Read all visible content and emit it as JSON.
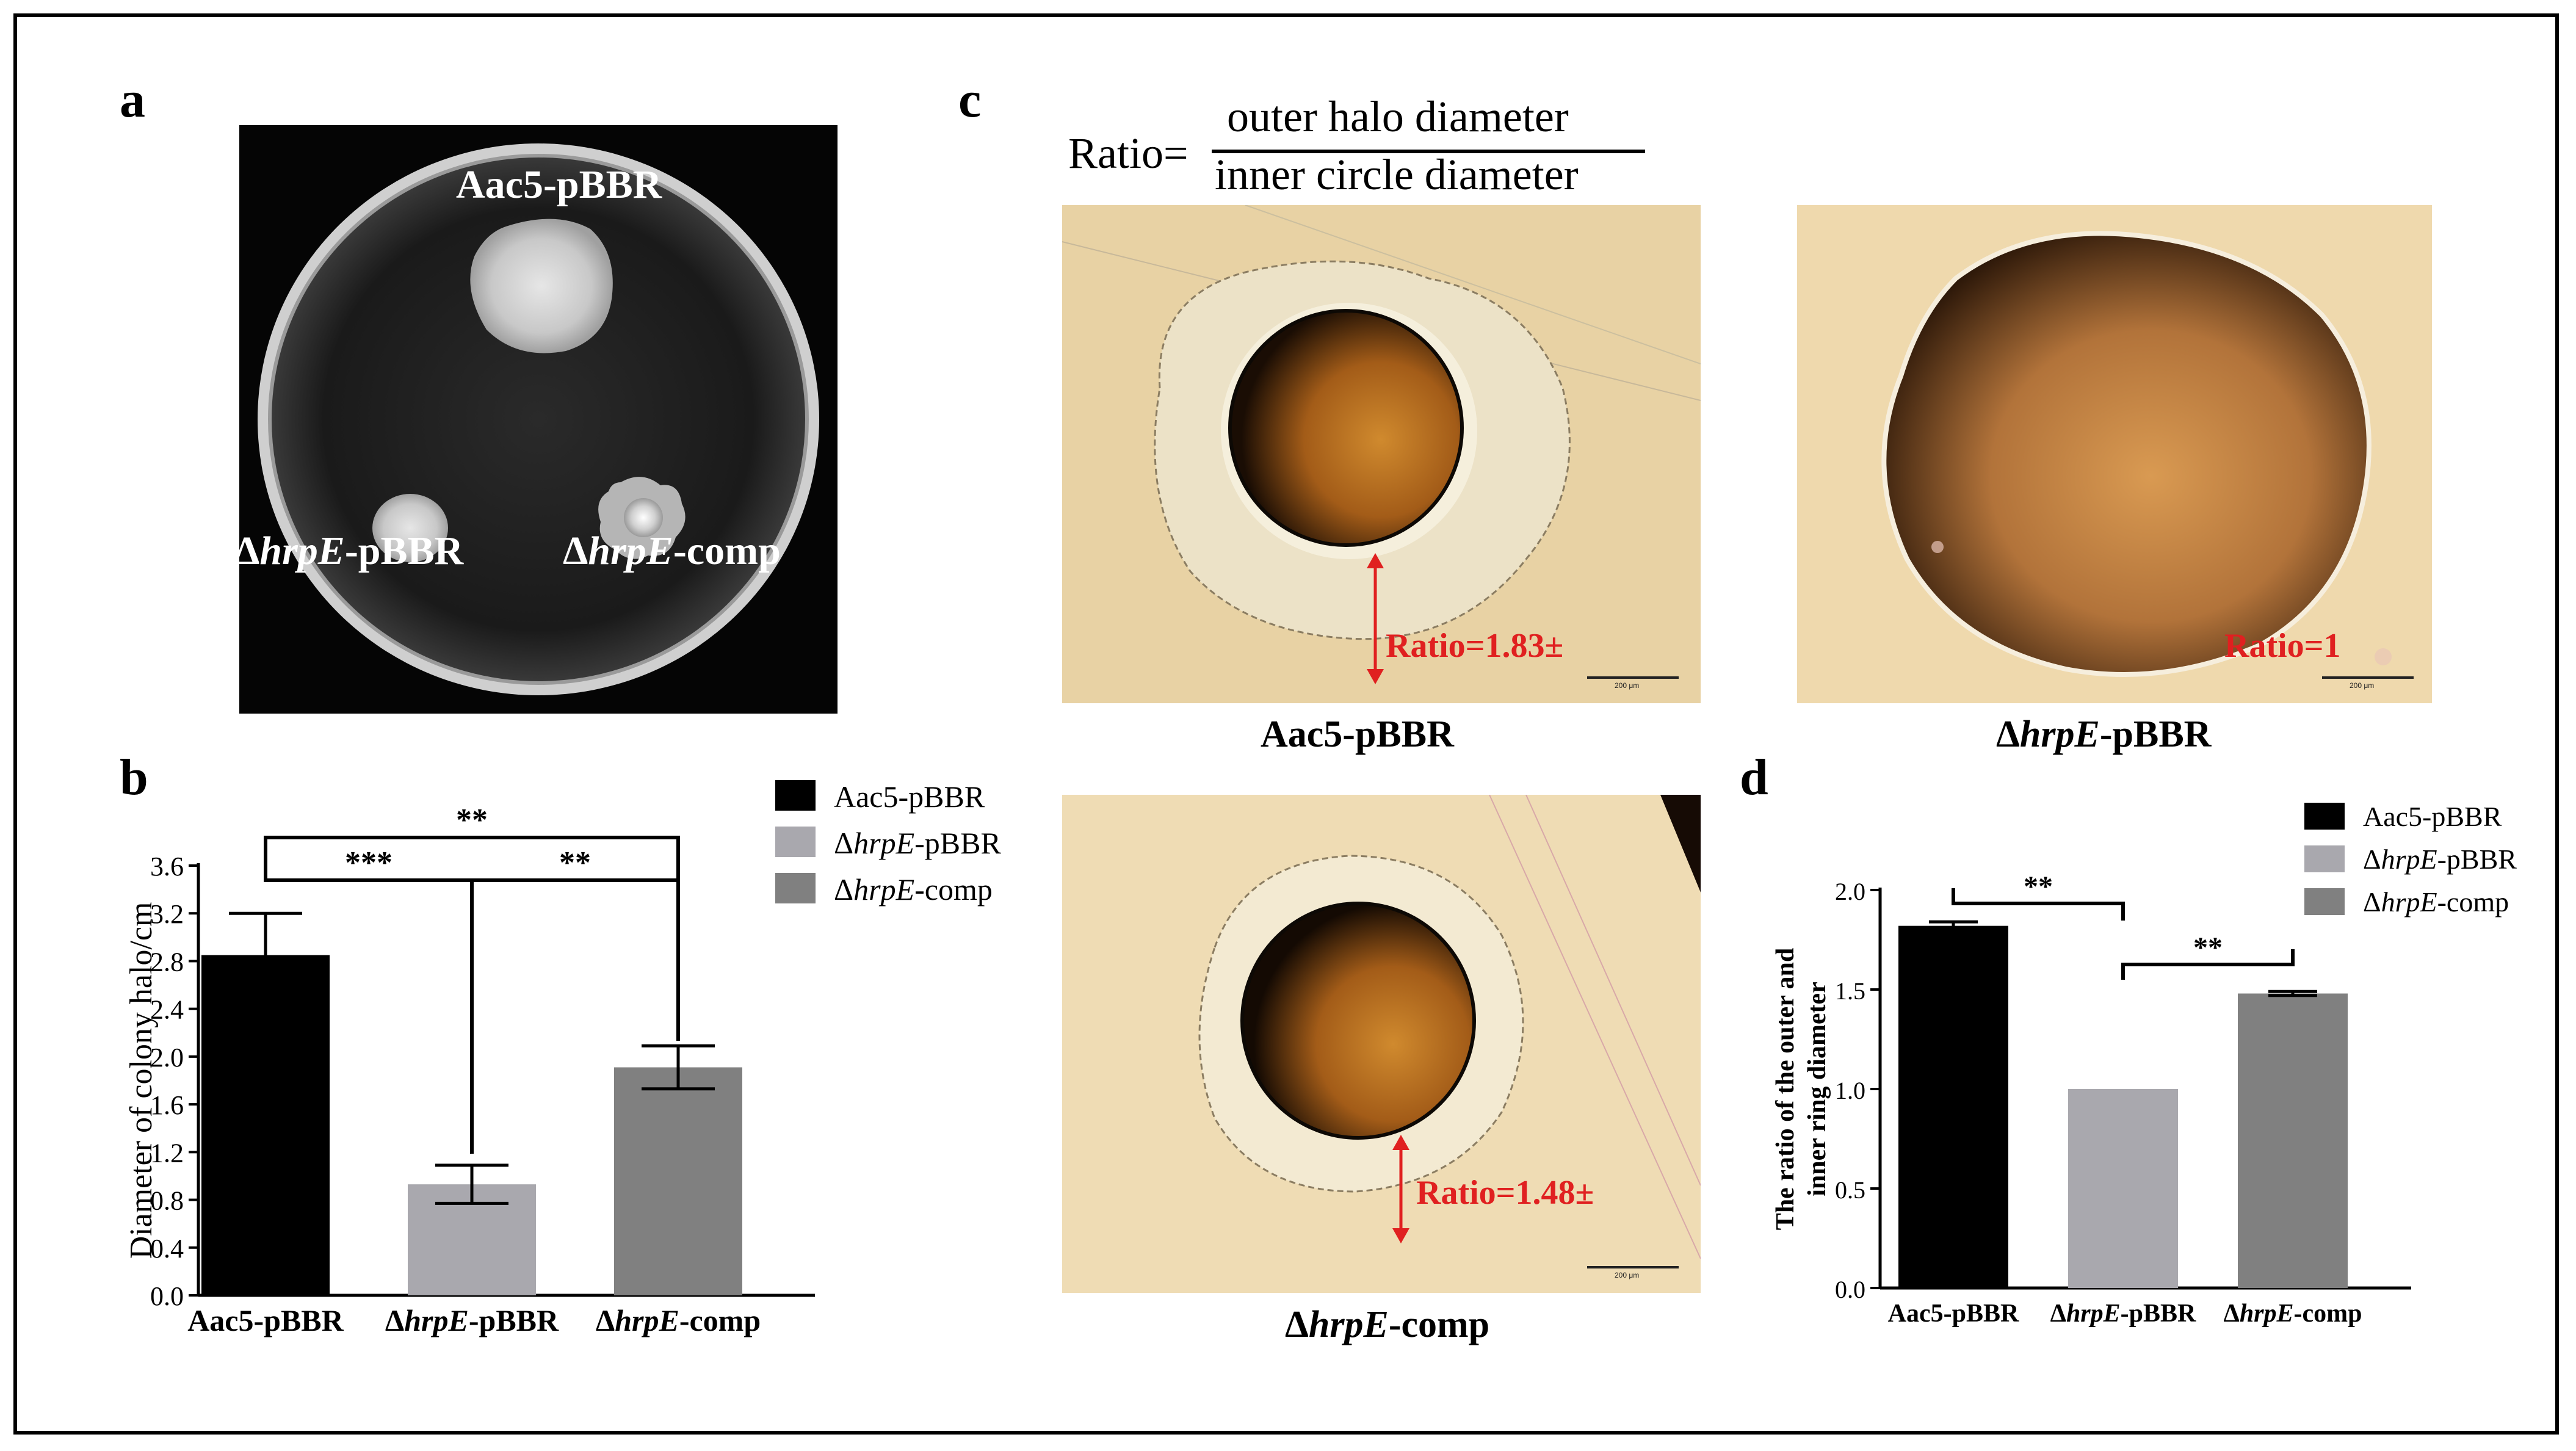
{
  "panels": {
    "a": {
      "letter": "a",
      "labels": {
        "top": "Aac5-pBBR",
        "left_delta": "Δ",
        "left_gene": "hrpE",
        "left_suffix": "-pBBR",
        "right_delta": "Δ",
        "right_gene": "hrpE",
        "right_suffix": "-comp"
      }
    },
    "b": {
      "letter": "b"
    },
    "c": {
      "letter": "c",
      "formula": {
        "prefix": "Ratio=",
        "numerator": "outer halo diameter",
        "denominator": "inner circle diameter"
      },
      "images": [
        {
          "caption_delta": "",
          "caption_gene": "",
          "caption_suffix": "Aac5-pBBR",
          "ratio_text": "Ratio=1.83±",
          "scale": "200 μm"
        },
        {
          "caption_delta": "Δ",
          "caption_gene": "hrpE",
          "caption_suffix": "-pBBR",
          "ratio_text": "Ratio=1",
          "scale": "200 μm"
        },
        {
          "caption_delta": "Δ",
          "caption_gene": "hrpE",
          "caption_suffix": "-comp",
          "ratio_text": "Ratio=1.48±",
          "scale": "200 μm"
        }
      ]
    },
    "d": {
      "letter": "d"
    }
  },
  "colors": {
    "wt": "#000000",
    "mutant": "#a9a8ae",
    "comp": "#808080",
    "ratio_red": "#e02020"
  },
  "chart_data": [
    {
      "panel": "b",
      "type": "bar",
      "categories": [
        {
          "delta": "",
          "gene": "",
          "suffix": "Aac5-pBBR"
        },
        {
          "delta": "Δ",
          "gene": "hrpE",
          "suffix": "-pBBR"
        },
        {
          "delta": "Δ",
          "gene": "hrpE",
          "suffix": "-comp"
        }
      ],
      "values": [
        2.85,
        0.93,
        1.91
      ],
      "errors": [
        0.35,
        0.16,
        0.18
      ],
      "ylabel": "Diameter of colony halo/cm",
      "ylim": [
        0,
        3.6
      ],
      "yticks": [
        "0.0",
        "0.4",
        "0.8",
        "1.2",
        "1.6",
        "2.0",
        "2.4",
        "2.8",
        "3.2",
        "3.6"
      ],
      "legend": [
        {
          "delta": "",
          "gene": "",
          "suffix": "Aac5-pBBR"
        },
        {
          "delta": "Δ",
          "gene": "hrpE",
          "suffix": "-pBBR"
        },
        {
          "delta": "Δ",
          "gene": "hrpE",
          "suffix": "-comp"
        }
      ],
      "legend_position": "top-right",
      "significance": [
        {
          "from": 0,
          "to": 1,
          "label": "***"
        },
        {
          "from": 1,
          "to": 2,
          "label": "**"
        },
        {
          "from": 0,
          "to": 2,
          "label": "**"
        }
      ]
    },
    {
      "panel": "d",
      "type": "bar",
      "categories": [
        {
          "delta": "",
          "gene": "",
          "suffix": "Aac5-pBBR"
        },
        {
          "delta": "Δ",
          "gene": "hrpE",
          "suffix": "-pBBR"
        },
        {
          "delta": "Δ",
          "gene": "hrpE",
          "suffix": "-comp"
        }
      ],
      "values": [
        1.82,
        1.0,
        1.48
      ],
      "errors": [
        0.02,
        0,
        0.01
      ],
      "ylabel_lines": [
        "The ratio of the outer and",
        "inner ring diameter"
      ],
      "ylim": [
        0,
        2.0
      ],
      "yticks": [
        "0.0",
        "0.5",
        "1.0",
        "1.5",
        "2.0"
      ],
      "legend": [
        {
          "delta": "",
          "gene": "",
          "suffix": "Aac5-pBBR"
        },
        {
          "delta": "Δ",
          "gene": "hrpE",
          "suffix": "-pBBR"
        },
        {
          "delta": "Δ",
          "gene": "hrpE",
          "suffix": "-comp"
        }
      ],
      "legend_position": "top-right",
      "significance": [
        {
          "from": 0,
          "to": 1,
          "label": "**"
        },
        {
          "from": 1,
          "to": 2,
          "label": "**"
        }
      ]
    }
  ]
}
